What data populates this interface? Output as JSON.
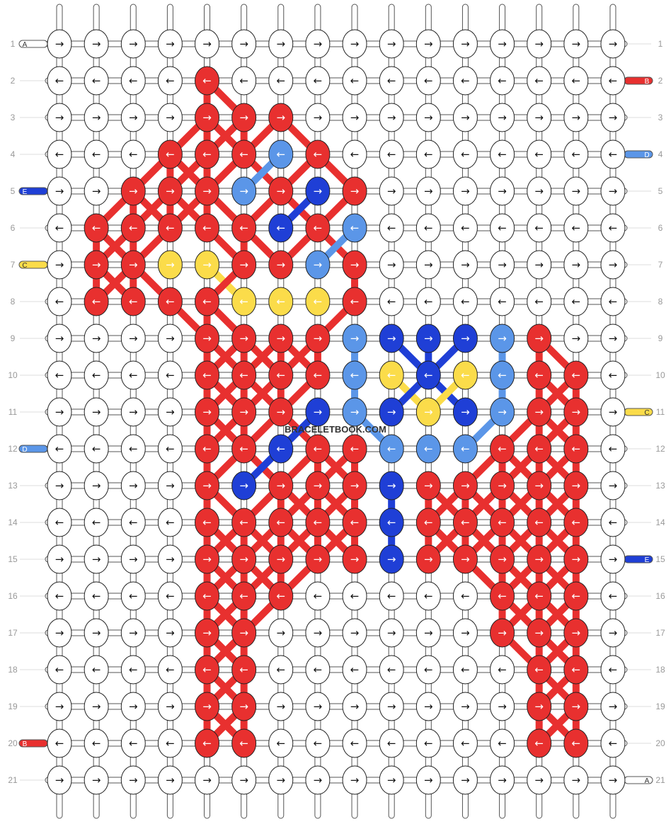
{
  "watermark": "BRACELETBOOK.COM",
  "colors": {
    "W": "#ffffff",
    "R": "#e8302f",
    "Y": "#fbdc4a",
    "L": "#5b96e8",
    "D": "#1f3fd6"
  },
  "color_names": {
    "W": "white",
    "R": "red",
    "Y": "yellow",
    "L": "light-blue",
    "D": "dark-blue"
  },
  "row_numbers": [
    "1",
    "2",
    "3",
    "4",
    "5",
    "6",
    "7",
    "8",
    "9",
    "10",
    "11",
    "12",
    "13",
    "14",
    "15",
    "16",
    "17",
    "18",
    "19",
    "20",
    "21"
  ],
  "knot_directions": {
    "odd_rows": "→",
    "even_rows": "←"
  },
  "string_labels": {
    "left": [
      {
        "row": 1,
        "letter": "A",
        "color": "W"
      },
      {
        "row": 5,
        "letter": "E",
        "color": "D"
      },
      {
        "row": 7,
        "letter": "C",
        "color": "Y"
      },
      {
        "row": 12,
        "letter": "D",
        "color": "L"
      },
      {
        "row": 20,
        "letter": "B",
        "color": "R"
      }
    ],
    "right": [
      {
        "row": 2,
        "letter": "B",
        "color": "R"
      },
      {
        "row": 4,
        "letter": "D",
        "color": "L"
      },
      {
        "row": 11,
        "letter": "C",
        "color": "Y"
      },
      {
        "row": 15,
        "letter": "E",
        "color": "D"
      },
      {
        "row": 21,
        "letter": "A",
        "color": "W"
      }
    ]
  },
  "knot_rows": [
    "WWWWWWWWWWWWWWWW",
    "WWWWRWWWWWWWWWWW",
    "WWWWRRRWWWWWWWWW",
    "WWWRRRLRWWWWWWWW",
    "WWRRRLRDRWWWWWWW",
    "WRRRRRDRLWWWWWWW",
    "WRRYYRRLRWWWWWWW",
    "WRRRRYYYRWWWWWWW",
    "WWWWRRRRLDDDLRWW",
    "WWWWRRRRLYDYLRRW",
    "WWWWRRRDLDYDLRRW",
    "WWWWRRDRRLLLRRRW",
    "WWWWRDRRRDRRRRRW",
    "WWWWRRRRRDRRRRRW",
    "WWWWRRRRRDRRRRRW",
    "WWWWRRRWWWWWRRRW",
    "WWWWRRWWWWWWRRRW",
    "WWWWRRWWWWWWWRRW",
    "WWWWRRWWWWWWWRRW",
    "WWWWRRWWWWWWWRRW",
    "WWWWWWWWWWWWWWWW"
  ]
}
